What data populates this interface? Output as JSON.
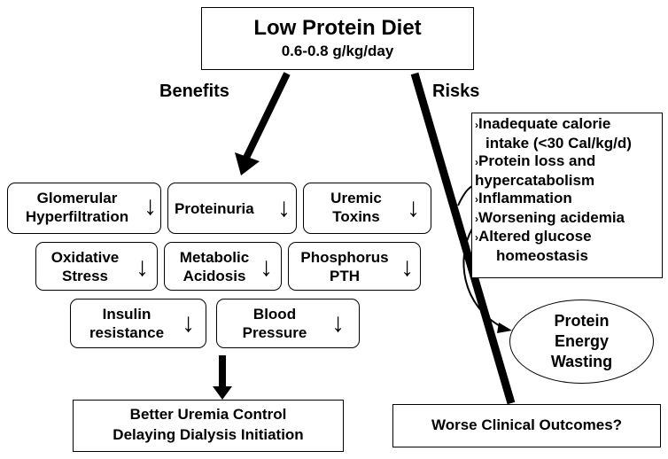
{
  "top": {
    "title": "Low Protein Diet",
    "subtitle": "0.6-0.8 g/kg/day"
  },
  "labels": {
    "benefits": "Benefits",
    "risks": "Risks"
  },
  "benefits": [
    {
      "line1": "Glomerular",
      "line2": "Hyperfiltration"
    },
    {
      "line1": "Proteinuria"
    },
    {
      "line1": "Uremic",
      "line2": "Toxins"
    },
    {
      "line1": "Oxidative",
      "line2": "Stress"
    },
    {
      "line1": "Metabolic",
      "line2": "Acidosis"
    },
    {
      "line1": "Phosphorus",
      "line2": "PTH"
    },
    {
      "line1": "Insulin",
      "line2": "resistance"
    },
    {
      "line1": "Blood",
      "line2": "Pressure"
    }
  ],
  "down_arrow": "↓",
  "risk_list": [
    {
      "l1": "Inadequate calorie",
      "l2": "intake (<30 Cal/kg/d)"
    },
    {
      "l1": "Protein loss and",
      "l2": "hypercatabolism"
    },
    {
      "l1": "Inflammation"
    },
    {
      "l1": "Worsening acidemia"
    },
    {
      "l1": "Altered glucose",
      "l2": "homeostasis"
    }
  ],
  "risk_bullet": "›",
  "pew": {
    "line1": "Protein",
    "line2": "Energy",
    "line3": "Wasting"
  },
  "outcomes": {
    "better_line1": "Better Uremia Control",
    "better_line2": "Delaying Dialysis Initiation",
    "worse": "Worse Clinical Outcomes?"
  }
}
